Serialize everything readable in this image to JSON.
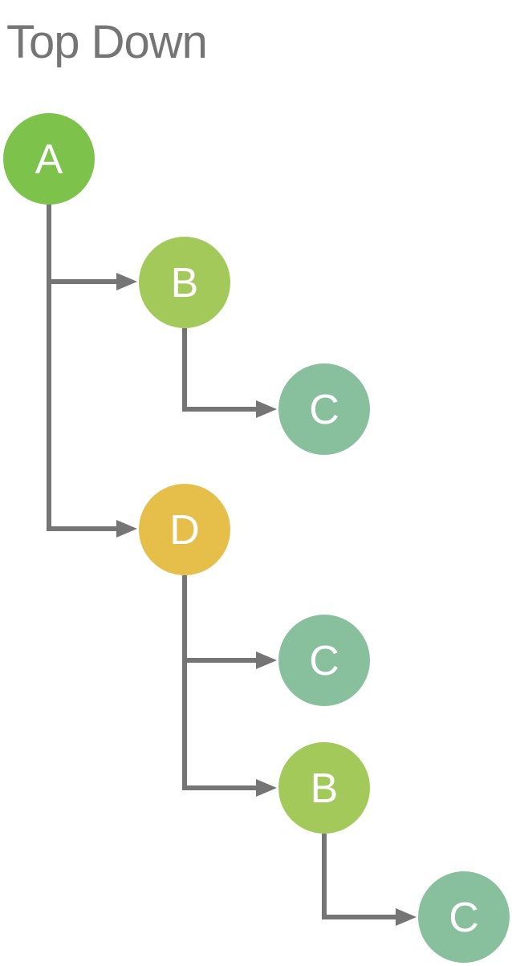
{
  "title": "Top Down",
  "colors": {
    "title_gray": "#757575",
    "connector_gray": "#757575",
    "node_text_white": "#ffffff",
    "green_a": "#7CC24B",
    "green_b": "#A3C95A",
    "sage_c": "#88C09E",
    "gold_d": "#E6BF4B",
    "background": "#ffffff"
  },
  "diagram": {
    "type": "tree",
    "direction": "top-down",
    "nodes": [
      {
        "id": "A",
        "label": "A",
        "color": "#7CC24B",
        "parent": null
      },
      {
        "id": "B1",
        "label": "B",
        "color": "#A3C95A",
        "parent": "A"
      },
      {
        "id": "C1",
        "label": "C",
        "color": "#88C09E",
        "parent": "B1"
      },
      {
        "id": "D",
        "label": "D",
        "color": "#E6BF4B",
        "parent": "A"
      },
      {
        "id": "C2",
        "label": "C",
        "color": "#88C09E",
        "parent": "D"
      },
      {
        "id": "B2",
        "label": "B",
        "color": "#A3C95A",
        "parent": "D"
      },
      {
        "id": "C3",
        "label": "C",
        "color": "#88C09E",
        "parent": "B2"
      }
    ],
    "edges": [
      {
        "from": "A",
        "to": "B1"
      },
      {
        "from": "A",
        "to": "D"
      },
      {
        "from": "B1",
        "to": "C1"
      },
      {
        "from": "D",
        "to": "C2"
      },
      {
        "from": "D",
        "to": "B2"
      },
      {
        "from": "B2",
        "to": "C3"
      }
    ]
  }
}
